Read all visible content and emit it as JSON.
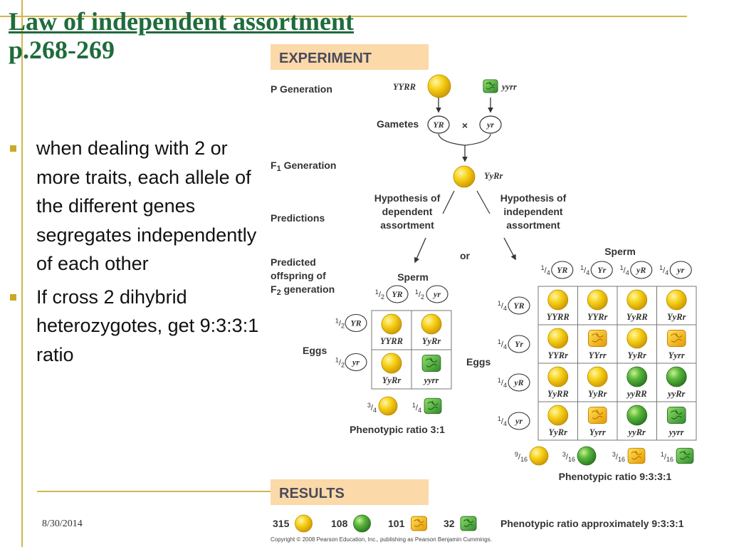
{
  "slide": {
    "title_line1": "Law of independent assortment",
    "title_line2": "p.268-269",
    "bullets": [
      "when dealing with 2 or more traits, each allele of the different genes segregates independently of each other",
      "If cross 2 dihybrid heterozygotes, get 9:3:3:1 ratio"
    ],
    "date": "8/30/2014",
    "copyright": "Copyright © 2008 Pearson Education, Inc., publishing as Pearson Benjamin Cummings."
  },
  "figure": {
    "experiment_header": "EXPERIMENT",
    "results_header": "RESULTS",
    "p_generation": "P Generation",
    "gametes": "Gametes",
    "cross_symbol": "×",
    "f1_generation": "F1 Generation",
    "predictions": "Predictions",
    "predicted_offspring": [
      "Predicted",
      "offspring of",
      "F2 generation"
    ],
    "or": "or",
    "hyp_dependent": [
      "Hypothesis of",
      "dependent",
      "assortment"
    ],
    "hyp_independent": [
      "Hypothesis of",
      "independent",
      "assortment"
    ],
    "parent1": "YYRR",
    "parent2": "yyrr",
    "gamete1": "YR",
    "gamete2": "yr",
    "f1": "YyRr",
    "sperm": "Sperm",
    "eggs": "Eggs",
    "small_sperm": [
      {
        "frac": "1/2",
        "g": "YR"
      },
      {
        "frac": "1/2",
        "g": "yr"
      }
    ],
    "small_eggs": [
      {
        "frac": "1/2",
        "g": "YR"
      },
      {
        "frac": "1/2",
        "g": "yr"
      }
    ],
    "small_cells": [
      [
        {
          "g": "YYRR",
          "c": "yellow-round"
        },
        {
          "g": "YyRr",
          "c": "yellow-round"
        }
      ],
      [
        {
          "g": "YyRr",
          "c": "yellow-round"
        },
        {
          "g": "yyrr",
          "c": "green-wrinkled"
        }
      ]
    ],
    "small_ratio_items": [
      {
        "frac": "3/4",
        "c": "yellow-round"
      },
      {
        "frac": "1/4",
        "c": "green-wrinkled"
      }
    ],
    "small_ratio": "Phenotypic ratio 3:1",
    "large_sperm": [
      {
        "frac": "1/4",
        "g": "YR"
      },
      {
        "frac": "1/4",
        "g": "Yr"
      },
      {
        "frac": "1/4",
        "g": "yR"
      },
      {
        "frac": "1/4",
        "g": "yr"
      }
    ],
    "large_eggs": [
      {
        "frac": "1/4",
        "g": "YR"
      },
      {
        "frac": "1/4",
        "g": "Yr"
      },
      {
        "frac": "1/4",
        "g": "yR"
      },
      {
        "frac": "1/4",
        "g": "yr"
      }
    ],
    "large_cells": [
      [
        {
          "g": "YYRR",
          "c": "yellow-round"
        },
        {
          "g": "YYRr",
          "c": "yellow-round"
        },
        {
          "g": "YyRR",
          "c": "yellow-round"
        },
        {
          "g": "YyRr",
          "c": "yellow-round"
        }
      ],
      [
        {
          "g": "YYRr",
          "c": "yellow-round"
        },
        {
          "g": "YYrr",
          "c": "yellow-wrinkled"
        },
        {
          "g": "YyRr",
          "c": "yellow-round"
        },
        {
          "g": "Yyrr",
          "c": "yellow-wrinkled"
        }
      ],
      [
        {
          "g": "YyRR",
          "c": "yellow-round"
        },
        {
          "g": "YyRr",
          "c": "yellow-round"
        },
        {
          "g": "yyRR",
          "c": "green-round"
        },
        {
          "g": "yyRr",
          "c": "green-round"
        }
      ],
      [
        {
          "g": "YyRr",
          "c": "yellow-round"
        },
        {
          "g": "Yyrr",
          "c": "yellow-wrinkled"
        },
        {
          "g": "yyRr",
          "c": "green-round"
        },
        {
          "g": "yyrr",
          "c": "green-wrinkled"
        }
      ]
    ],
    "large_ratio_items": [
      {
        "frac": "9/16",
        "c": "yellow-round"
      },
      {
        "frac": "3/16",
        "c": "green-round"
      },
      {
        "frac": "3/16",
        "c": "yellow-wrinkled"
      },
      {
        "frac": "1/16",
        "c": "green-wrinkled"
      }
    ],
    "large_ratio": "Phenotypic ratio 9:3:3:1",
    "results_items": [
      {
        "count": "315",
        "c": "yellow-round"
      },
      {
        "count": "108",
        "c": "green-round"
      },
      {
        "count": "101",
        "c": "yellow-wrinkled"
      },
      {
        "count": "32",
        "c": "green-wrinkled"
      }
    ],
    "results_ratio": "Phenotypic ratio approximately 9:3:3:1"
  },
  "colors": {
    "title_green": "#1f6b3c",
    "accent_gold": "#d1b64f",
    "header_fill": "#fbd9a8",
    "header_text": "#4a4a5c",
    "pea_yellow": "#f2c400",
    "pea_green": "#4cae3c"
  }
}
